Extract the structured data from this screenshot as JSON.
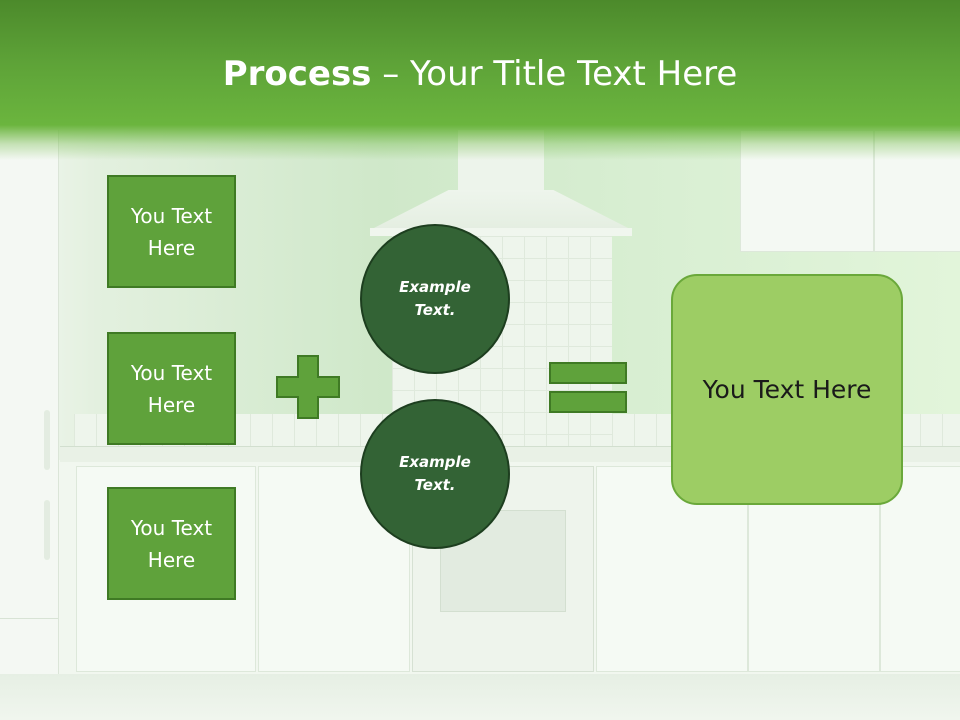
{
  "header": {
    "title_bold": "Process",
    "title_rest": " – Your Title Text Here"
  },
  "inputs": [
    {
      "label": "You Text Here"
    },
    {
      "label": "You Text Here"
    },
    {
      "label": "You Text Here"
    }
  ],
  "circles": [
    {
      "label": "Example Text."
    },
    {
      "label": "Example Text."
    }
  ],
  "result": {
    "label": "You Text Here"
  },
  "colors": {
    "header_green": "#5ea338",
    "box_green": "#5fa23b",
    "circle_dark_green": "#336335",
    "result_light_green": "#9dcd64"
  }
}
